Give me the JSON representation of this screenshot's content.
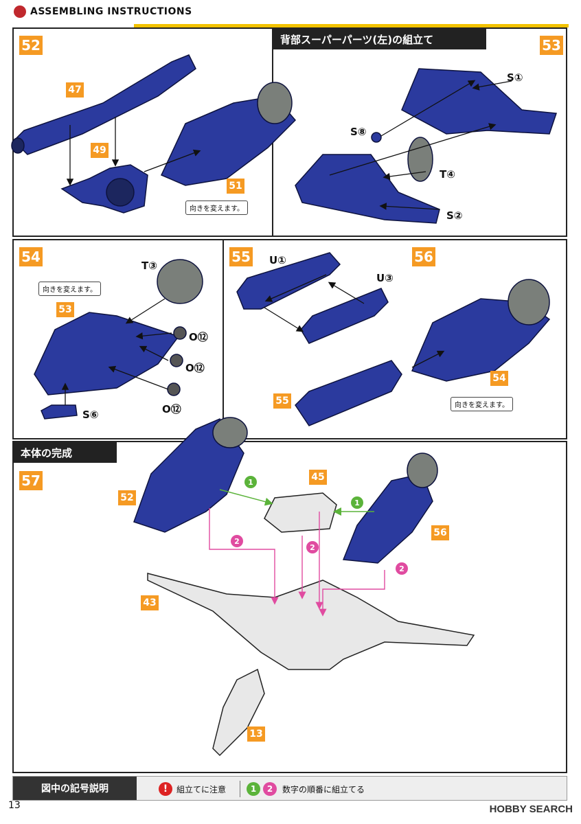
{
  "header": {
    "title": "ASSEMBLING INSTRUCTIONS"
  },
  "steps": {
    "s52": {
      "no": "52",
      "parts": [
        "47",
        "49",
        "51"
      ],
      "note": "向きを変えます。"
    },
    "s53": {
      "no": "53",
      "title": "背部スーパーパーツ(左)の組立て",
      "labels": [
        "S①",
        "S⑧",
        "T④",
        "S②"
      ]
    },
    "s54": {
      "no": "54",
      "part": "53",
      "note": "向きを変えます。",
      "labels": [
        "T③",
        "O⑫",
        "O⑫",
        "O⑫",
        "S⑥"
      ]
    },
    "s55": {
      "no": "55",
      "labels": [
        "U①",
        "U③"
      ]
    },
    "s56": {
      "no": "56",
      "parts": [
        "55",
        "54"
      ],
      "note": "向きを変えます。"
    },
    "s57": {
      "no": "57",
      "title": "本体の完成",
      "parts": [
        "52",
        "45",
        "56",
        "43",
        "13"
      ],
      "order": [
        "1",
        "2",
        "2",
        "2"
      ]
    }
  },
  "legend": {
    "title": "図中の記号説明",
    "caution_icon": "!",
    "caution": "組立てに注意",
    "order_icons": [
      "1",
      "2"
    ],
    "order": "数字の順番に組立てる"
  },
  "page": {
    "number": "13"
  },
  "watermark": {
    "text": "HOBBY SEARCH"
  },
  "colors": {
    "accent": "#f59a23",
    "part_blue": "#2b3a9e",
    "arrow_green": "#5bb33a",
    "arrow_pink": "#e04ba0"
  }
}
